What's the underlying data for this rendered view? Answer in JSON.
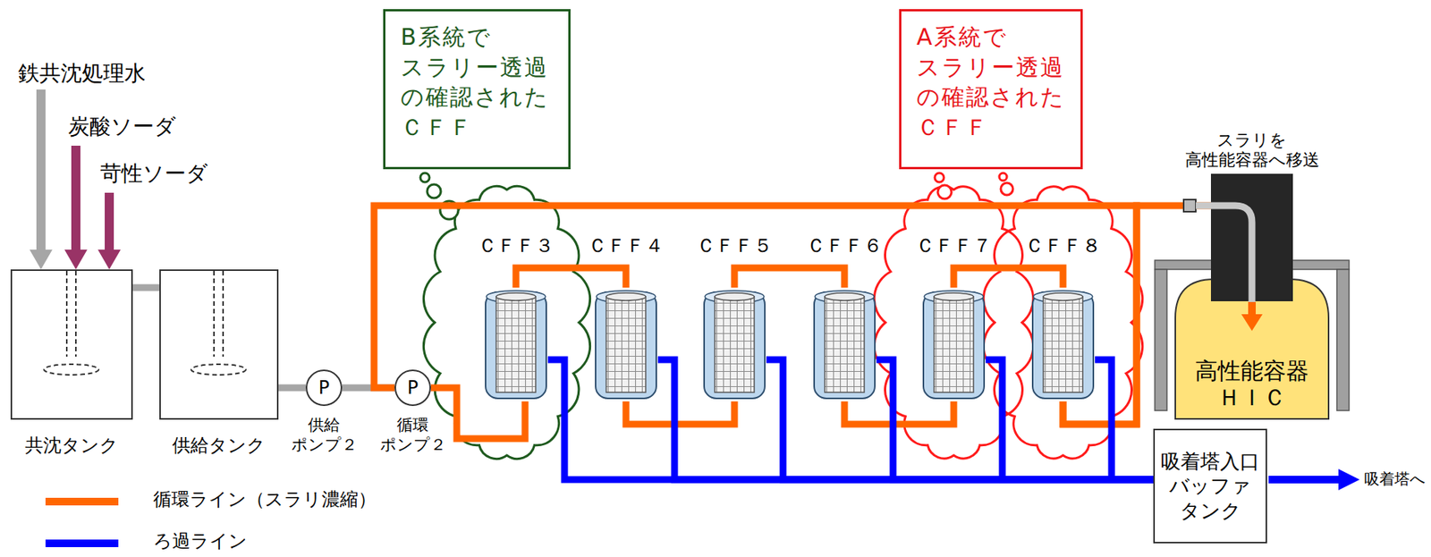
{
  "diagram": {
    "nodes": [
      {
        "text": [
          "共沈タンク"
        ]
      },
      {
        "text": [
          "供給タンク"
        ]
      },
      {
        "text": [
          "P",
          "供給 ポンプ２"
        ]
      },
      {
        "text": [
          "P",
          "循環 ポンプ２"
        ]
      },
      {
        "text": [
          "B系統で スラリー透過 の確認された ＣＦＦ"
        ]
      },
      {
        "text": [
          "A系統で スラリー透過 の確認された ＣＦＦ"
        ]
      },
      {
        "text": [
          "ＣＦＦ３"
        ]
      },
      {
        "text": [
          "ＣＦＦ４"
        ]
      },
      {
        "text": [
          "ＣＦＦ５"
        ]
      },
      {
        "text": [
          "ＣＦＦ６"
        ]
      },
      {
        "text": [
          "ＣＦＦ７"
        ]
      },
      {
        "text": [
          "ＣＦＦ８"
        ]
      },
      {
        "text": [
          "高性能容器 ＨＩＣ"
        ]
      },
      {
        "text": [
          "吸着塔入口 バッファ タンク"
        ]
      }
    ],
    "edges": [
      {
        "from": 0,
        "to": 1,
        "arrow": "none"
      },
      {
        "from": 1,
        "to": 2,
        "arrow": "none"
      },
      {
        "from": 2,
        "to": 3,
        "arrow": "none"
      },
      {
        "from": 3,
        "to": 6,
        "arrow": "none"
      },
      {
        "from": 6,
        "to": 7,
        "arrow": "none"
      },
      {
        "from": 7,
        "to": 8,
        "arrow": "none"
      },
      {
        "from": 8,
        "to": 9,
        "arrow": "none"
      },
      {
        "from": 9,
        "to": 10,
        "arrow": "none"
      },
      {
        "from": 10,
        "to": 11,
        "arrow": "none"
      },
      {
        "from": 11,
        "to": 3,
        "arrow": "none"
      },
      {
        "from": 11,
        "to": 12,
        "arrow": "none"
      },
      {
        "from": 6,
        "to": 13,
        "arrow": "none"
      },
      {
        "from": 7,
        "to": 13,
        "arrow": "none"
      },
      {
        "from": 8,
        "to": 13,
        "arrow": "none"
      },
      {
        "from": 9,
        "to": 13,
        "arrow": "none"
      },
      {
        "from": 10,
        "to": 13,
        "arrow": "none"
      },
      {
        "from": 11,
        "to": 13,
        "arrow": "none"
      }
    ],
    "labels": [
      "鉄共沈処理水",
      "炭酸ソーダ",
      "苛性ソーダ",
      "スラリを 高性能容器へ移送",
      "吸着塔へ"
    ],
    "legend": [
      {
        "text": "循環ライン（スラリ濃縮）",
        "color": "#ff6600"
      },
      {
        "text": "ろ過ライン",
        "color": "#0000ff"
      }
    ]
  }
}
